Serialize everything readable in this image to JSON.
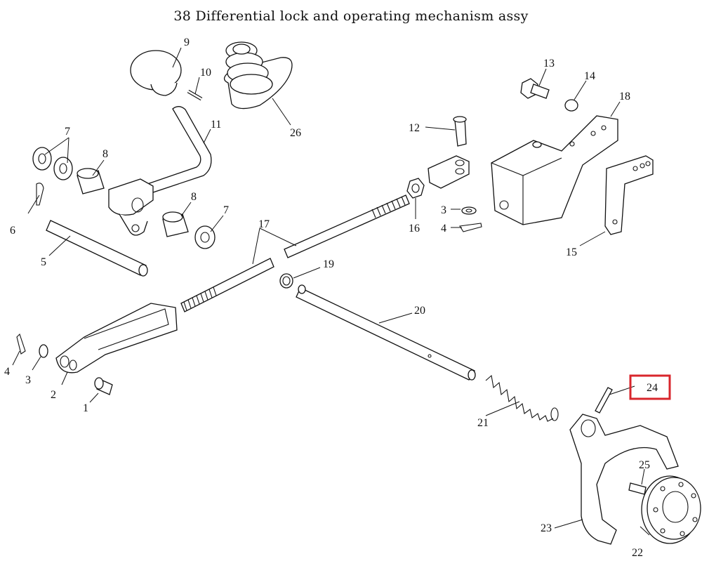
{
  "title": "38 Differential lock and operating mechanism assy",
  "highlight_color": "#d8262c",
  "highlighted_part": "24",
  "labels": {
    "p1": "1",
    "p2": "2",
    "p3a": "3",
    "p3b": "3",
    "p4a": "4",
    "p4b": "4",
    "p5": "5",
    "p6": "6",
    "p7a": "7",
    "p7b": "7",
    "p8a": "8",
    "p8b": "8",
    "p9": "9",
    "p10": "10",
    "p11": "11",
    "p12": "12",
    "p13": "13",
    "p14": "14",
    "p15": "15",
    "p16": "16",
    "p17": "17",
    "p18": "18",
    "p19": "19",
    "p20": "20",
    "p21": "21",
    "p22": "22",
    "p23": "23",
    "p24": "24",
    "p25": "25",
    "p26": "26"
  }
}
